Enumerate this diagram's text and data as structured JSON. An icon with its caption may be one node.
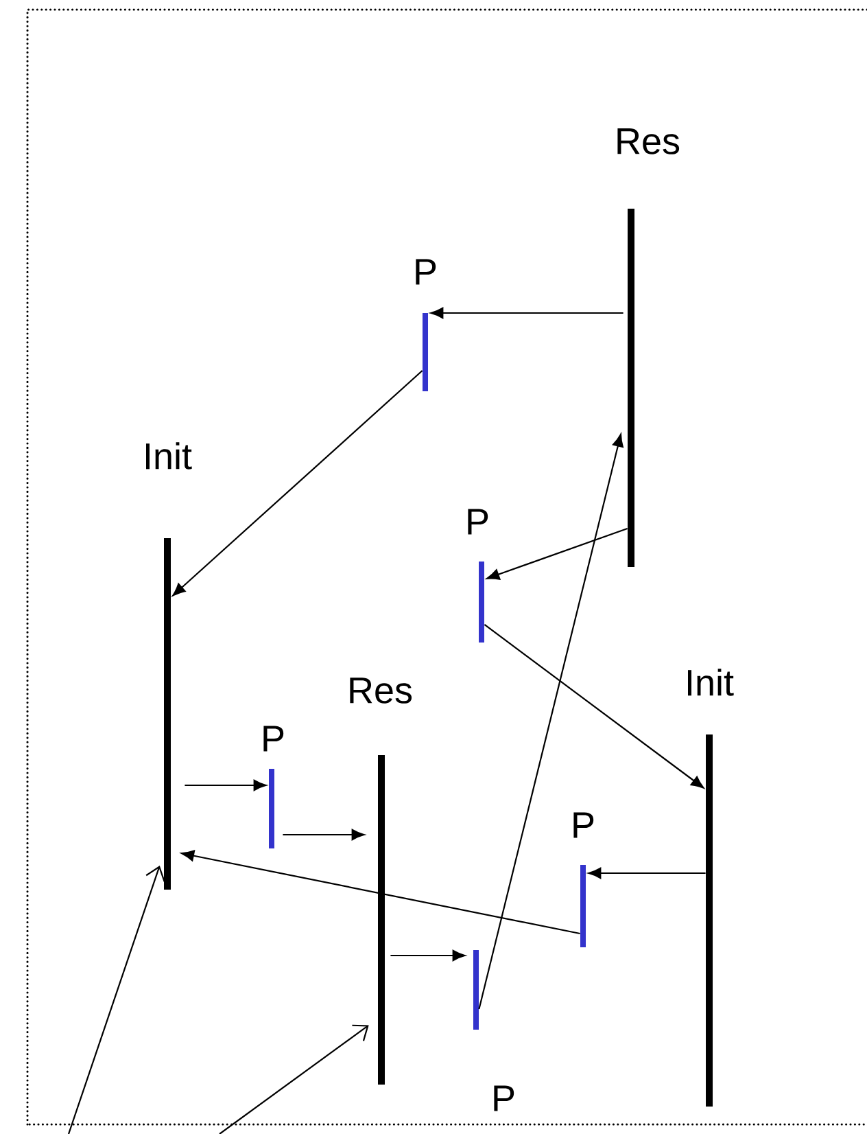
{
  "diagram": {
    "nodes": [
      {
        "text": [
          "Res"
        ]
      },
      {
        "text": [
          "P"
        ]
      },
      {
        "text": [
          "Init"
        ]
      },
      {
        "text": [
          "P"
        ]
      },
      {
        "text": [
          "Res"
        ]
      },
      {
        "text": [
          "P"
        ]
      },
      {
        "text": [
          "Init"
        ]
      },
      {
        "text": [
          "P"
        ]
      },
      {
        "text": [
          "P"
        ]
      }
    ],
    "edges": [
      {
        "from": 0,
        "to": 1,
        "arrow": "to"
      },
      {
        "from": 1,
        "to": 2,
        "arrow": "to"
      },
      {
        "from": 0,
        "to": 3,
        "arrow": "to"
      },
      {
        "from": 8,
        "to": 0,
        "arrow": "to"
      },
      {
        "from": 3,
        "to": 6,
        "arrow": "to"
      },
      {
        "from": 2,
        "to": 5,
        "arrow": "to"
      },
      {
        "from": 5,
        "to": 4,
        "arrow": "to"
      },
      {
        "from": 7,
        "to": 2,
        "arrow": "to"
      },
      {
        "from": 6,
        "to": 7,
        "arrow": "to"
      },
      {
        "from": 4,
        "to": 8,
        "arrow": "to"
      },
      {
        "from": null,
        "to": 2,
        "arrow": "to"
      },
      {
        "from": null,
        "to": 4,
        "arrow": "to"
      }
    ]
  }
}
